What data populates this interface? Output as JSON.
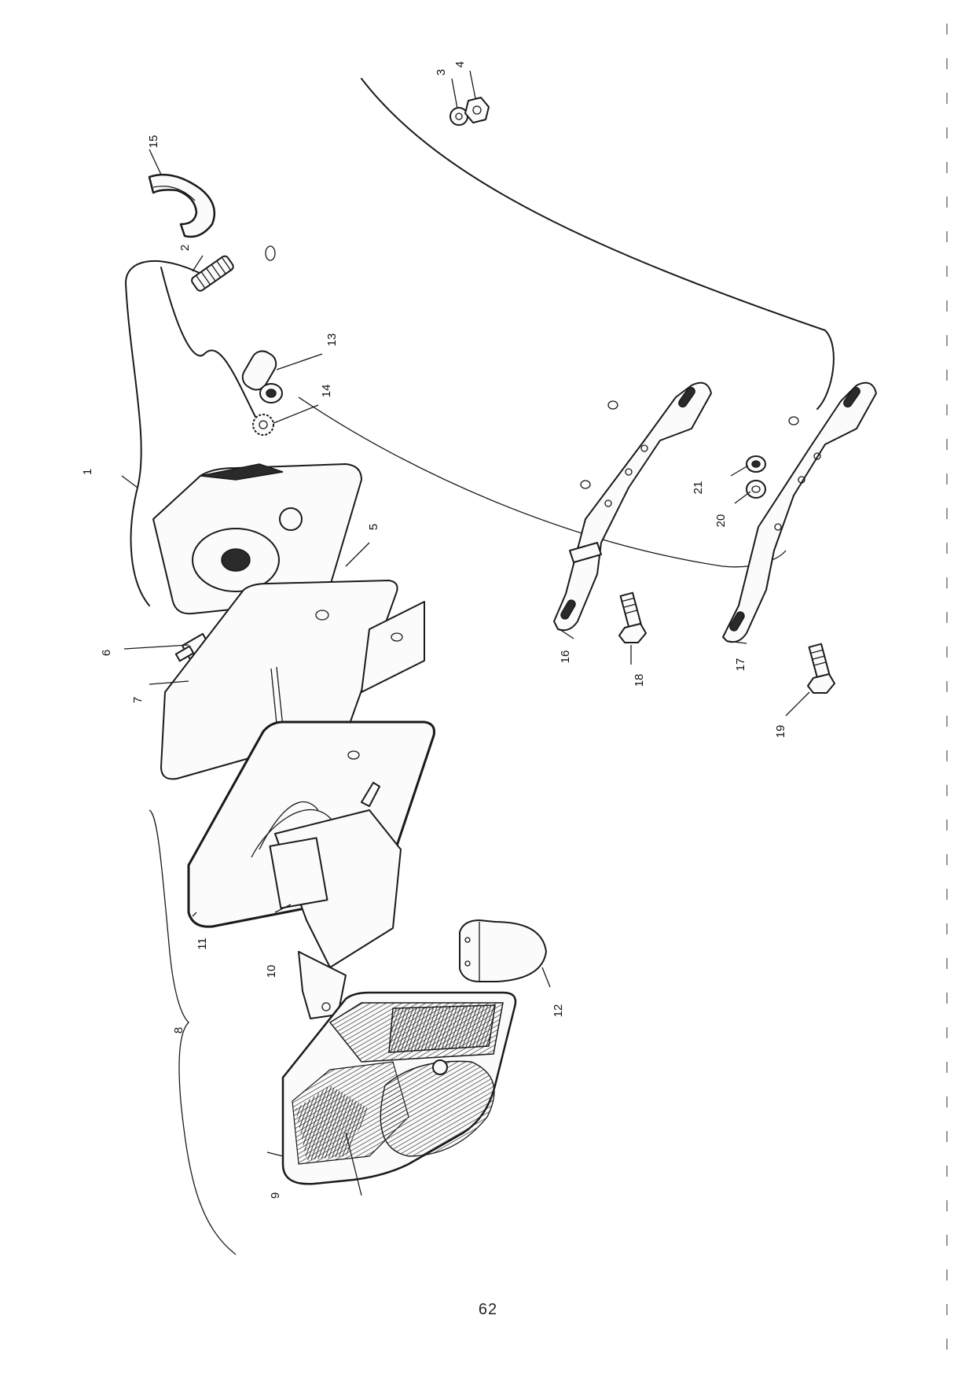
{
  "page": {
    "number": "62"
  },
  "callouts": [
    "1",
    "2",
    "3",
    "4",
    "5",
    "6",
    "7",
    "8",
    "9",
    "10",
    "11",
    "12",
    "13",
    "14",
    "15",
    "16",
    "17",
    "18",
    "19",
    "20",
    "21"
  ]
}
